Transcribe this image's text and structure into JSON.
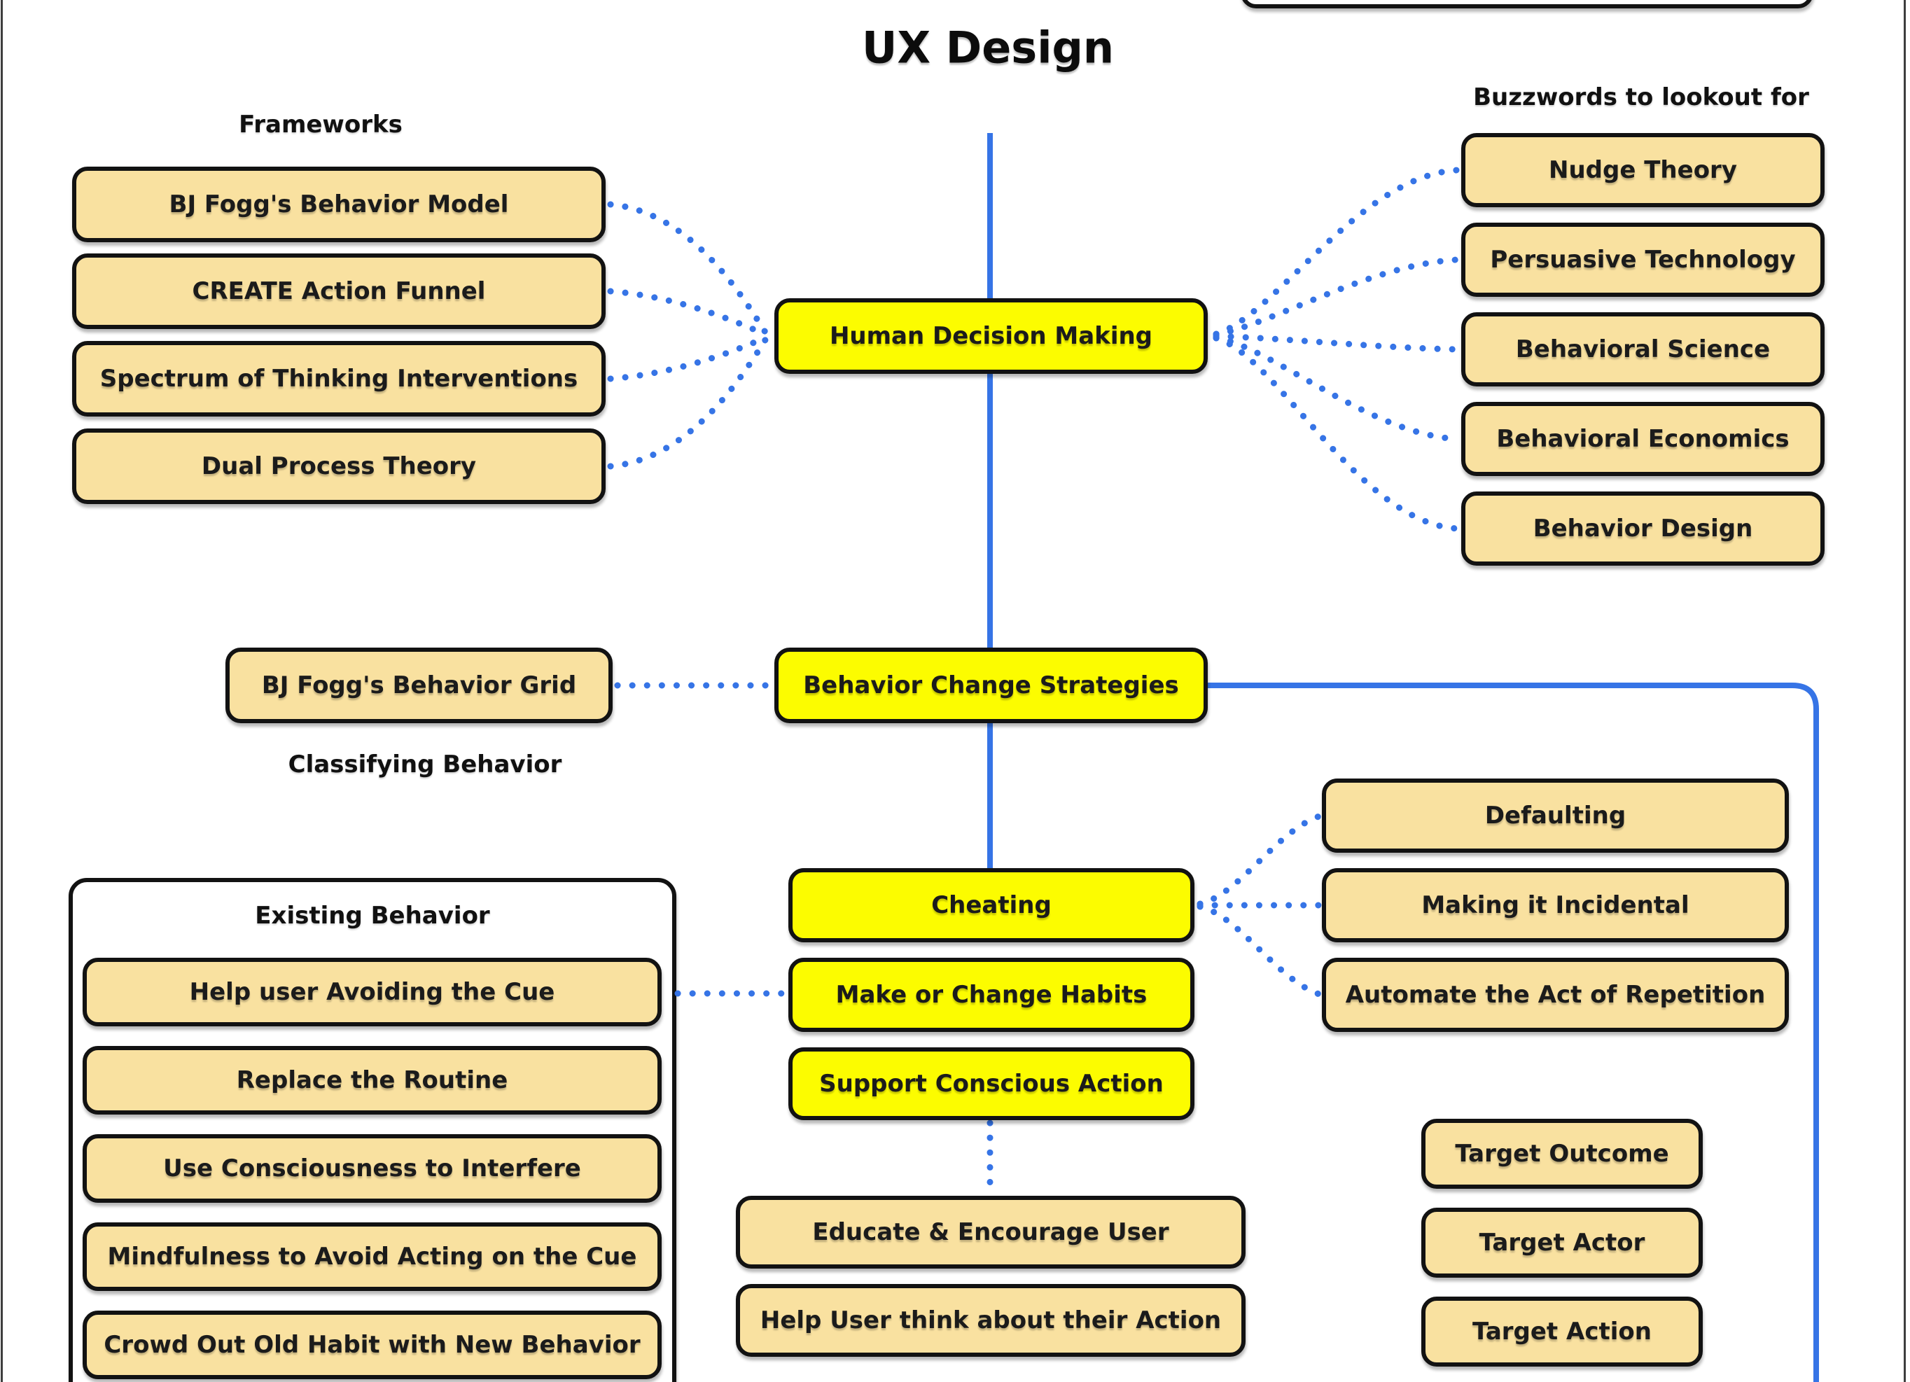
{
  "title": "UX Design",
  "colors": {
    "node_tan": "#f9e1a0",
    "node_yellow": "#fcfc00",
    "connector_blue": "#3674e6",
    "border_black": "#121212",
    "edge_gray": "#3e3e3e"
  },
  "sections": {
    "frameworks_label": "Frameworks",
    "buzzwords_label": "Buzzwords to lookout for",
    "classifying_label": "Classifying Behavior",
    "existing_behavior_label": "Existing Behavior"
  },
  "nodes": {
    "hub_decision": "Human Decision Making",
    "hub_strategies": "Behavior Change Strategies",
    "behavior_grid": "BJ Fogg's Behavior Grid",
    "strategy_cheating": "Cheating",
    "strategy_habits": "Make or Change Habits",
    "strategy_conscious": "Support Conscious Action",
    "frameworks": [
      "BJ Fogg's Behavior Model",
      "CREATE Action Funnel",
      "Spectrum of Thinking Interventions",
      "Dual Process Theory"
    ],
    "buzzwords": [
      "Nudge Theory",
      "Persuasive Technology",
      "Behavioral Science",
      "Behavioral Economics",
      "Behavior Design"
    ],
    "cheating_children": [
      "Defaulting",
      "Making it Incidental",
      "Automate the Act of Repetition"
    ],
    "existing_behavior": [
      "Help user Avoiding the Cue",
      "Replace the Routine",
      "Use Consciousness to Interfere",
      "Mindfulness to Avoid Acting on the Cue",
      "Crowd Out Old Habit with New Behavior"
    ],
    "conscious_children": [
      "Educate & Encourage User",
      "Help User think about their Action"
    ],
    "targets": [
      "Target Outcome",
      "Target Actor",
      "Target Action"
    ]
  }
}
